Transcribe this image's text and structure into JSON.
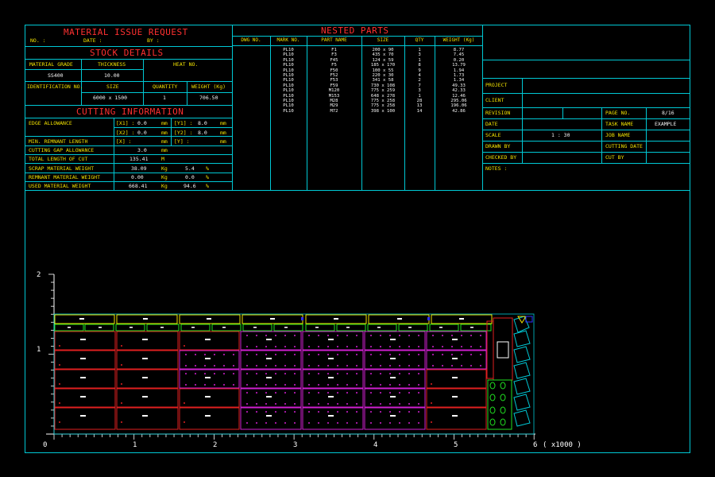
{
  "colors": {
    "frame": "#00c8d4",
    "header": "#ff3030",
    "label": "#f0e000",
    "value": "#f4f4f4"
  },
  "material_issue": {
    "title": "MATERIAL ISSUE REQUEST",
    "no_label": "NO. :",
    "date_label": "DATE :",
    "by_label": "BY :"
  },
  "stock": {
    "title": "STOCK DETAILS",
    "material_grade_label": "MATERIAL GRADE",
    "thickness_label": "THICKNESS",
    "heat_no_label": "HEAT NO.",
    "material_grade": "SS400",
    "thickness": "10.00",
    "identification_label": "IDENTIFICATION NO.",
    "size_label": "SIZE",
    "quantity_label": "QUANTITY",
    "weight_label": "WEIGHT (Kg)",
    "size": "6000 x 1500",
    "quantity": "1",
    "weight": "706.50"
  },
  "cutting": {
    "title": "CUTTING INFORMATION",
    "edge_allowance_label": "EDGE ALLOWANCE",
    "x1_label": "[X1] :",
    "x1": "0.0",
    "y1_label": "[Y1] :",
    "y1": "8.0",
    "x2_label": "[X2] :",
    "x2": "0.0",
    "y2_label": "[Y2] :",
    "y2": "8.0",
    "min_remnant_label": "MIN. REMNANT LENGTH",
    "x_label": "[X] :",
    "y_label": "[Y] :",
    "cutting_gap_label": "CUTTING GAP ALLOWANCE",
    "cutting_gap": "3.0",
    "total_length_label": "TOTAL LENGTH OF CUT",
    "total_length": "135.41",
    "total_length_unit": "M",
    "scrap_label": "SCRAP MATERIAL WEIGHT",
    "scrap_weight": "38.09",
    "scrap_pct": "5.4",
    "remnant_label": "REMNANT MATERIAL WEIGHT",
    "remnant_weight": "0.00",
    "remnant_pct": "0.0",
    "used_label": "USED MATERIAL WEIGHT",
    "used_weight": "668.41",
    "used_pct": "94.6",
    "mm": "mm",
    "kg": "Kg",
    "pct": "%"
  },
  "nested": {
    "title": "NESTED PARTS",
    "headers": [
      "DWG NO.",
      "MARK NO.",
      "PART NAME",
      "SIZE",
      "QTY",
      "WEIGHT (Kg)"
    ],
    "rows": [
      [
        "",
        "PL10",
        "F1",
        "200 x 90",
        "1",
        "8.77"
      ],
      [
        "",
        "PL10",
        "F3",
        "435 x 70",
        "3",
        "7.45"
      ],
      [
        "",
        "PL10",
        "F45",
        "124 x 59",
        "1",
        "0.20"
      ],
      [
        "",
        "PL10",
        "F5",
        "185 x 170",
        "8",
        "13.79"
      ],
      [
        "",
        "PL10",
        "F50",
        "100 x 55",
        "9",
        "1.94"
      ],
      [
        "",
        "PL10",
        "F52",
        "220 x 30",
        "4",
        "1.73"
      ],
      [
        "",
        "PL10",
        "F53",
        "341 x 58",
        "2",
        "1.34"
      ],
      [
        "",
        "PL10",
        "F59",
        "730 x 108",
        "7",
        "49.33"
      ],
      [
        "",
        "PL10",
        "M120",
        "775 x 259",
        "3",
        "42.33"
      ],
      [
        "",
        "PL10",
        "M153",
        "648 x 278",
        "1",
        "12.46"
      ],
      [
        "",
        "PL10",
        "M28",
        "775 x 258",
        "28",
        "295.06"
      ],
      [
        "",
        "PL10",
        "M29",
        "775 x 258",
        "13",
        "196.06"
      ],
      [
        "",
        "PL10",
        "M72",
        "398 x 100",
        "14",
        "42.86"
      ]
    ]
  },
  "info": {
    "project_label": "PROJECT",
    "client_label": "CLIENT",
    "revision_label": "REVISION",
    "page_label": "PAGE NO.",
    "page": "8/16",
    "date_label": "DATE",
    "task_label": "TASK NAME",
    "task": "EXAMPLE",
    "scale_label": "SCALE",
    "scale": "1 : 30",
    "job_label": "JOB NAME",
    "drawn_label": "DRAWN BY",
    "cutting_date_label": "CUTTING DATE",
    "checked_label": "CHECKED BY",
    "cut_by_label": "CUT BY",
    "notes_label": "NOTES :"
  },
  "drawing": {
    "x_ticks": [
      "0",
      "1",
      "2",
      "3",
      "4",
      "5",
      "6"
    ],
    "y_ticks": [
      "1",
      "2"
    ],
    "x_unit": "( x1000 )"
  }
}
